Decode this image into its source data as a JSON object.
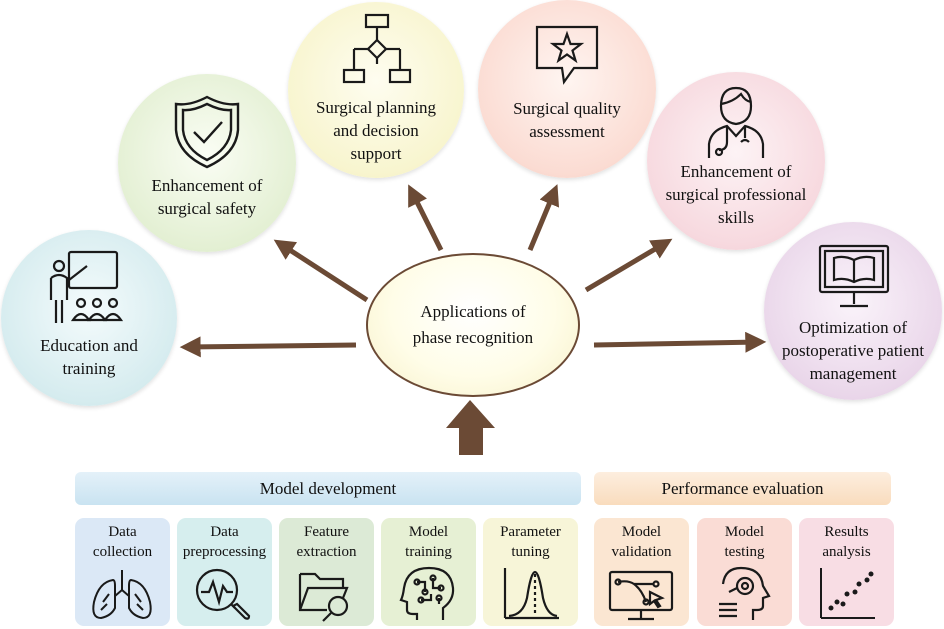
{
  "center": {
    "line1": "Applications of",
    "line2": "phase recognition"
  },
  "applications": [
    {
      "lines": [
        "Education and",
        "training"
      ],
      "icon": "teacher-icon",
      "color": "#d6ecef"
    },
    {
      "lines": [
        "Enhancement of",
        "surgical safety"
      ],
      "icon": "shield-check-icon",
      "color": "#e4f0d4"
    },
    {
      "lines": [
        "Surgical planning",
        "and decision",
        "support"
      ],
      "icon": "flowchart-icon",
      "color": "#f8f5cf"
    },
    {
      "lines": [
        "Surgical quality",
        "assessment"
      ],
      "icon": "star-speech-bubble-icon",
      "color": "#fbdcd3"
    },
    {
      "lines": [
        "Enhancement of",
        "surgical professional",
        "skills"
      ],
      "icon": "doctor-icon",
      "color": "#f7d9df"
    },
    {
      "lines": [
        "Optimization of",
        "postoperative patient",
        "management"
      ],
      "icon": "monitor-book-icon",
      "color": "#ead7ea"
    }
  ],
  "model_development": {
    "title": "Model development",
    "steps": [
      {
        "lines": [
          "Data",
          "collection"
        ],
        "icon": "lungs-icon",
        "color": "#dbe8f6"
      },
      {
        "lines": [
          "Data",
          "preprocessing"
        ],
        "icon": "magnifier-waveform-icon",
        "color": "#d6eeee"
      },
      {
        "lines": [
          "Feature",
          "extraction"
        ],
        "icon": "folder-search-icon",
        "color": "#dcead6"
      },
      {
        "lines": [
          "Model",
          "training"
        ],
        "icon": "brain-circuit-icon",
        "color": "#e6f0d4"
      },
      {
        "lines": [
          "Parameter",
          "tuning"
        ],
        "icon": "bell-curve-icon",
        "color": "#f7f5d8"
      }
    ]
  },
  "performance_evaluation": {
    "title": "Performance evaluation",
    "steps": [
      {
        "lines": [
          "Model",
          "validation"
        ],
        "icon": "monitor-curve-icon",
        "color": "#fbe6d2"
      },
      {
        "lines": [
          "Model",
          "testing"
        ],
        "icon": "head-gear-icon",
        "color": "#fadcd5"
      },
      {
        "lines": [
          "Results",
          "analysis"
        ],
        "icon": "scatter-plot-icon",
        "color": "#f8dde4"
      }
    ]
  },
  "colors": {
    "arrow": "#6b4a35",
    "icon": "#1a1a1a"
  }
}
